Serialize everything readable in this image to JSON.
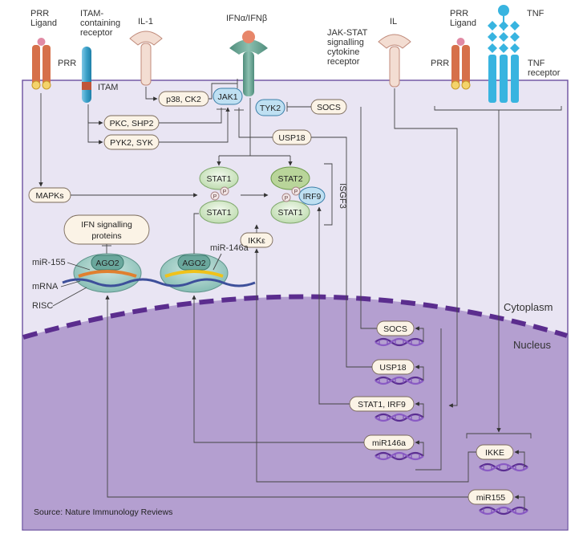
{
  "receptors": {
    "prr_ligand_left": "PRR\nLigand",
    "prr_left": "PRR",
    "itam_receptor": "ITAM-\ncontaining\nreceptor",
    "itam": "ITAM",
    "il1": "IL-1",
    "ifn": "IFNα/IFNβ",
    "jakstat_receptor": "JAK-STAT\nsignalling\ncytokine\nreceptor",
    "il": "IL",
    "prr_ligand_right": "PRR\nLigand",
    "prr_right": "PRR",
    "tnf": "TNF",
    "tnf_receptor": "TNF\nreceptor"
  },
  "nodes": {
    "p38": "p38, CK2",
    "jak1": "JAK1",
    "tyk2": "TYK2",
    "socs_cyto": "SOCS",
    "pkc": "PKC, SHP2",
    "pyk2": "PYK2, SYK",
    "usp18_cyto": "USP18",
    "mapks": "MAPKs",
    "stat1_a": "STAT1",
    "stat1_b": "STAT1",
    "stat2": "STAT2",
    "irf9": "IRF9",
    "stat1_c": "STAT1",
    "p": "P",
    "isgf3": "ISGF3",
    "ikke_cyto": "IKKε",
    "ifn_proteins": "IFN signalling\nproteins",
    "ago2": "AGO2",
    "mir155_label": "miR-155",
    "mrna_label": "mRNA",
    "risc_label": "RISC",
    "mir146a_label": "miR-146a"
  },
  "compartments": {
    "cytoplasm": "Cytoplasm",
    "nucleus": "Nucleus"
  },
  "genes": [
    "SOCS",
    "USP18",
    "STAT1, IRF9",
    "miR146a",
    "IKKE",
    "miR155"
  ],
  "source": "Source: Nature Immunology Reviews",
  "colors": {
    "cytoplasm": "#e9e5f3",
    "nucleus": "#b49fd0",
    "membrane_dash": "#5b2d8e",
    "pill": "#fbf3e6",
    "stat_green": "#d8ebd0",
    "irf_blue": "#bfe0f2",
    "prr_orange": "#d6704a",
    "itam_teal": "#3aa0c8",
    "tnf_blue": "#38b4e0",
    "ifn_green": "#5f9e8c",
    "ago_teal": "#9dc9c2"
  }
}
